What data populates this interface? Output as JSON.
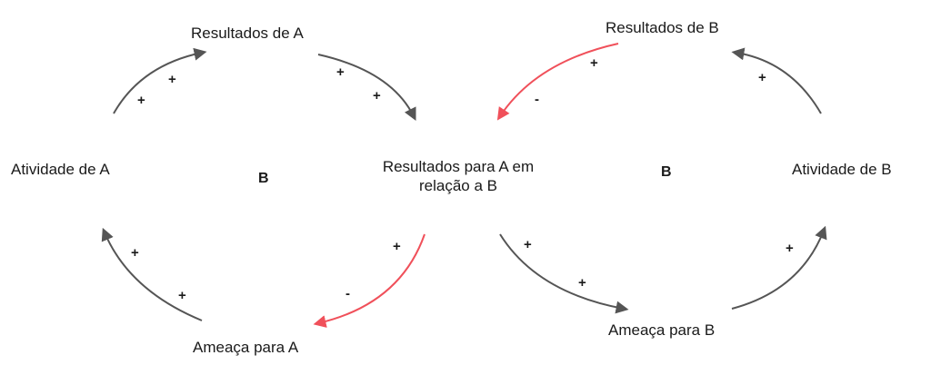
{
  "nodes": {
    "resultados_a": "Resultados de A",
    "resultados_b": "Resultados de B",
    "atividade_a": "Atividade de A",
    "atividade_b": "Atividade de B",
    "resultados_relacao_line1": "Resultados para A em",
    "resultados_relacao_line2": "relação a B",
    "ameaca_a": "Ameaça para A",
    "ameaca_b": "Ameaça para B"
  },
  "loops": {
    "left": "B",
    "right": "B"
  },
  "links": [
    {
      "from": "atividade_a",
      "to": "resultados_a",
      "polarity": "+",
      "colour": "#555555"
    },
    {
      "from": "resultados_a",
      "to": "resultados_relacao",
      "polarity": "+",
      "colour": "#555555"
    },
    {
      "from": "resultados_b",
      "to": "resultados_relacao",
      "polarity": "-",
      "colour": "#f0505a"
    },
    {
      "from": "atividade_b",
      "to": "resultados_b",
      "polarity": "+",
      "colour": "#555555"
    },
    {
      "from": "resultados_relacao",
      "to": "ameaca_a",
      "polarity": "-",
      "colour": "#f0505a"
    },
    {
      "from": "ameaca_a",
      "to": "atividade_a",
      "polarity": "+",
      "colour": "#555555"
    },
    {
      "from": "resultados_relacao",
      "to": "ameaca_b",
      "polarity": "+",
      "colour": "#555555"
    },
    {
      "from": "ameaca_b",
      "to": "atividade_b",
      "polarity": "+",
      "colour": "#555555"
    }
  ],
  "signs": {
    "plus": "+",
    "minus": "-"
  },
  "colors": {
    "positive_link": "#555555",
    "negative_link": "#f0505a",
    "text": "#1a1a1a"
  }
}
